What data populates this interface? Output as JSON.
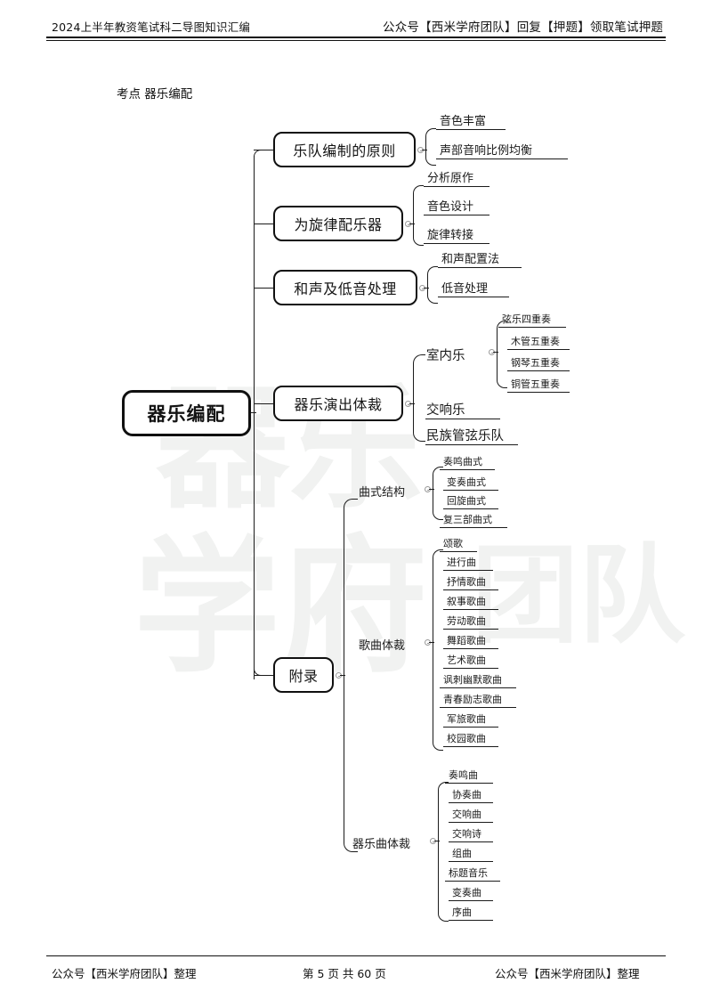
{
  "header": {
    "left": "2024上半年教资笔试科二导图知识汇编",
    "right": "公众号【西米学府团队】回复【押题】领取笔试押题"
  },
  "footer": {
    "left": "公众号【西米学府团队】整理",
    "center": "第 5 页 共 60 页",
    "right": "公众号【西米学府团队】整理"
  },
  "section": {
    "title": "考点 器乐编配"
  },
  "watermark": {
    "line1": "学府",
    "line2": "团队",
    "brand": "器乐"
  },
  "mindmap": {
    "root": "器乐编配",
    "branches": [
      {
        "label": "乐队编制的原则",
        "leaves": [
          "音色丰富",
          "声部音响比例均衡"
        ]
      },
      {
        "label": "为旋律配乐器",
        "leaves": [
          "分析原作",
          "音色设计",
          "旋律转接"
        ]
      },
      {
        "label": "和声及低音处理",
        "leaves": [
          "和声配置法",
          "低音处理"
        ]
      },
      {
        "label": "器乐演出体裁",
        "subs": [
          {
            "label": "室内乐",
            "leaves": [
              "弦乐四重奏",
              "木管五重奏",
              "钢琴五重奏",
              "铜管五重奏"
            ]
          },
          {
            "label": "交响乐",
            "leaves": []
          },
          {
            "label": "民族管弦乐队",
            "leaves": []
          }
        ]
      },
      {
        "label": "附录",
        "subs": [
          {
            "label": "曲式结构",
            "leaves": [
              "奏鸣曲式",
              "变奏曲式",
              "回旋曲式",
              "复三部曲式"
            ]
          },
          {
            "label": "歌曲体裁",
            "leaves": [
              "颂歌",
              "进行曲",
              "抒情歌曲",
              "叙事歌曲",
              "劳动歌曲",
              "舞蹈歌曲",
              "艺术歌曲",
              "讽刺幽默歌曲",
              "青春励志歌曲",
              "军旅歌曲",
              "校园歌曲"
            ]
          },
          {
            "label": "器乐曲体裁",
            "leaves": [
              "奏鸣曲",
              "协奏曲",
              "交响曲",
              "交响诗",
              "组曲",
              "标题音乐",
              "变奏曲",
              "序曲"
            ]
          }
        ]
      }
    ]
  },
  "colors": {
    "ink": "#141414",
    "line": "#1b1b1b",
    "watermark": "#f1f2f1"
  }
}
